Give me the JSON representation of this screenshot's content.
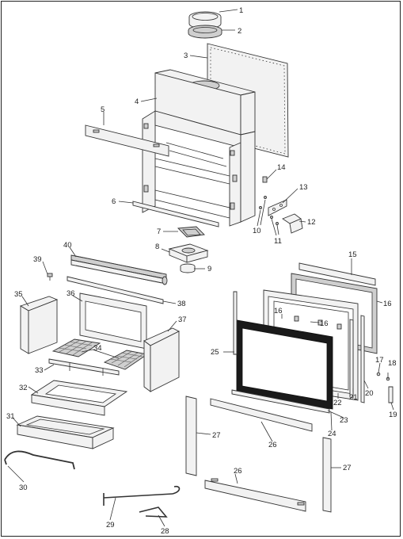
{
  "callouts": [
    {
      "num": "1"
    },
    {
      "num": "2"
    },
    {
      "num": "3"
    },
    {
      "num": "4"
    },
    {
      "num": "5"
    },
    {
      "num": "6"
    },
    {
      "num": "7"
    },
    {
      "num": "8"
    },
    {
      "num": "9"
    },
    {
      "num": "10"
    },
    {
      "num": "11"
    },
    {
      "num": "12"
    },
    {
      "num": "13"
    },
    {
      "num": "14"
    },
    {
      "num": "15"
    },
    {
      "num": "16"
    },
    {
      "num": "16"
    },
    {
      "num": "16"
    },
    {
      "num": "17"
    },
    {
      "num": "18"
    },
    {
      "num": "19"
    },
    {
      "num": "20"
    },
    {
      "num": "21"
    },
    {
      "num": "22"
    },
    {
      "num": "23"
    },
    {
      "num": "24"
    },
    {
      "num": "25"
    },
    {
      "num": "26"
    },
    {
      "num": "26"
    },
    {
      "num": "27"
    },
    {
      "num": "27"
    },
    {
      "num": "28"
    },
    {
      "num": "29"
    },
    {
      "num": "30"
    },
    {
      "num": "31"
    },
    {
      "num": "32"
    },
    {
      "num": "33"
    },
    {
      "num": "34"
    },
    {
      "num": "35"
    },
    {
      "num": "36"
    },
    {
      "num": "37"
    },
    {
      "num": "38"
    },
    {
      "num": "39"
    },
    {
      "num": "40"
    }
  ]
}
